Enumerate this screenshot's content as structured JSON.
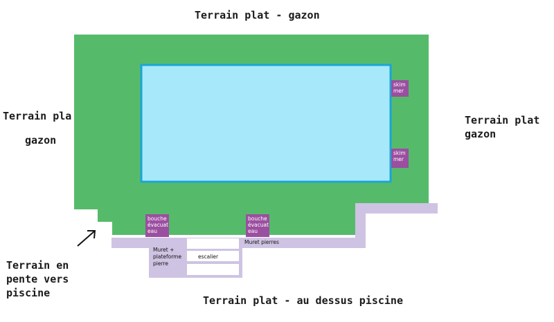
{
  "colors": {
    "lawn": "#55bb6b",
    "pool_water": "#a8e8fb",
    "pool_edge": "#1aa6d6",
    "equipment": "#9b4fa0",
    "stone_wall": "#cfc3e3",
    "background": "#ffffff"
  },
  "labels": {
    "top": "Terrain plat - gazon",
    "left_line1": "Terrain pla",
    "left_line2": "gazon",
    "right": "Terrain plat\n  gazon",
    "bottom_left": "Terrain en\npente vers\npiscine",
    "bottom": "Terrain plat - au dessus piscine"
  },
  "equipment": {
    "skimmer_top": "skim\nmer",
    "skimmer_bottom": "skim\nmer",
    "drain_left": "bouche\névacuat\neau",
    "drain_right": "bouche\névacuat\neau"
  },
  "structures": {
    "muret_plateforme": "Muret +\nplateforme\npierre",
    "escalier": "escalier",
    "muret_pierres": "Muret pierres"
  },
  "icons": {
    "arrow": "arrow-up-right-icon"
  }
}
